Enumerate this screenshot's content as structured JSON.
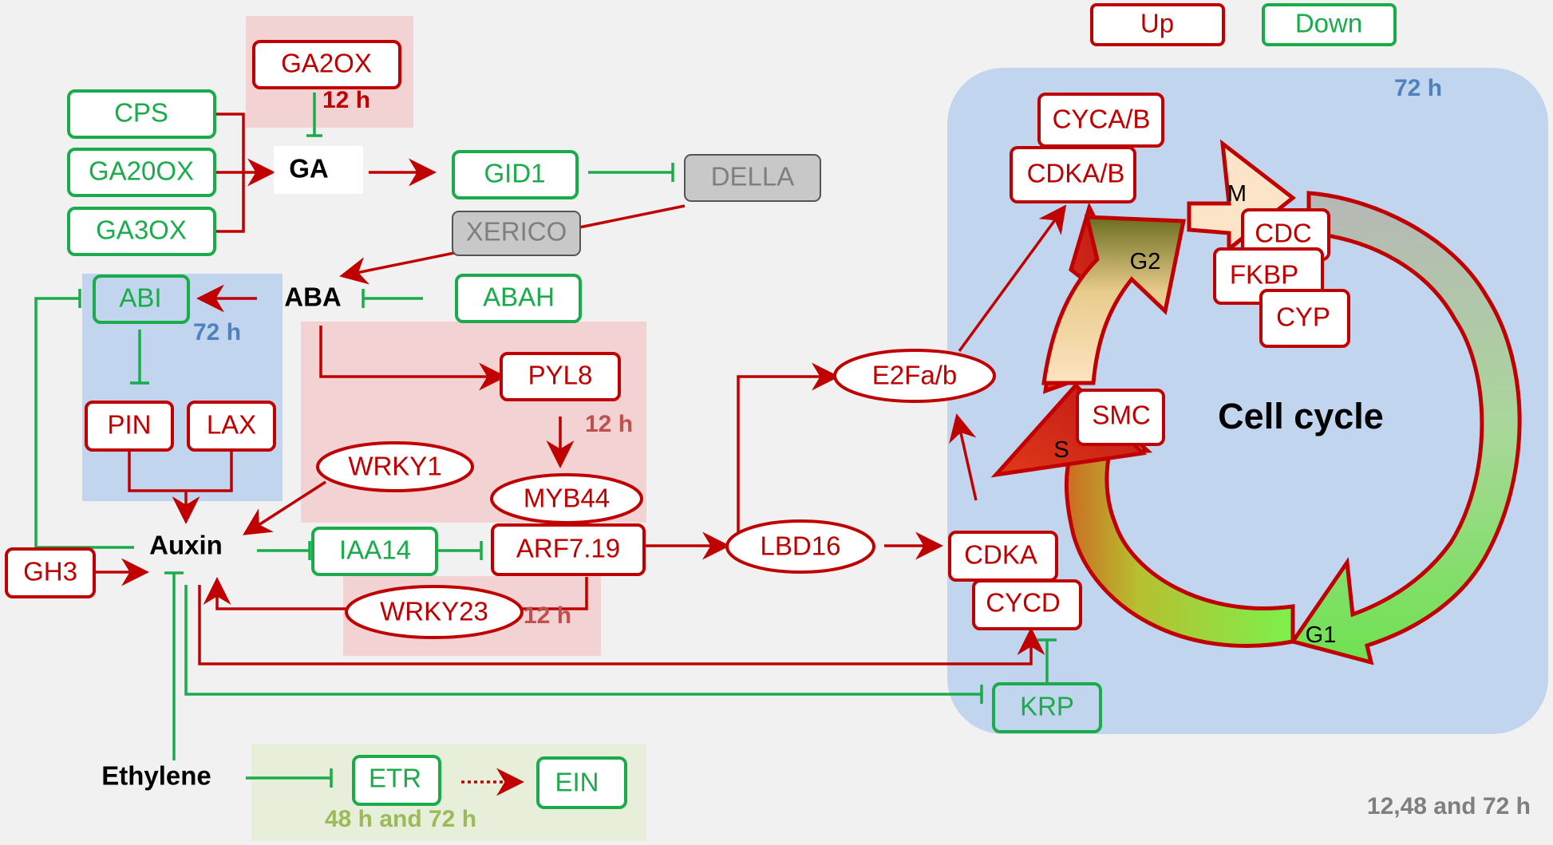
{
  "colors": {
    "up": "#c00000",
    "down": "#1aac4a",
    "blue_panel": "#c2d5ef",
    "pink_panel": "#f2d2d2",
    "green_panel": "#e7eeda",
    "blue_text": "#4f81bd",
    "gray_text": "#7f7f7f",
    "pink_text": "#c0504d",
    "olive_text": "#9bbb59"
  },
  "legend": {
    "up": "Up",
    "down": "Down"
  },
  "nodes": {
    "ga2ox": "GA2OX",
    "cps": "CPS",
    "ga20ox": "GA20OX",
    "ga3ox": "GA3OX",
    "ga": "GA",
    "gid1": "GID1",
    "della": "DELLA",
    "xerico": "XERICO",
    "abi": "ABI",
    "aba": "ABA",
    "abah": "ABAH",
    "pin": "PIN",
    "lax": "LAX",
    "pyl8": "PYL8",
    "wrky1": "WRKY1",
    "myb44": "MYB44",
    "auxin": "Auxin",
    "gh3": "GH3",
    "iaa14": "IAA14",
    "arf719": "ARF7.19",
    "lbd16": "LBD16",
    "wrky23": "WRKY23",
    "e2fab": "E2Fa/b",
    "cdka": "CDKA",
    "cycd": "CYCD",
    "krp": "KRP",
    "ethylene": "Ethylene",
    "etr": "ETR",
    "ein": "EIN",
    "cycab": "CYCA/B",
    "cdkab": "CDKA/B",
    "cdc": "CDC",
    "fkbp": "FKBP",
    "cyp": "CYP",
    "smc": "SMC"
  },
  "cell_cycle": {
    "title": "Cell cycle",
    "phase_g1": "G1",
    "phase_s": "S",
    "phase_g2": "G2",
    "phase_m": "M"
  },
  "time_labels": {
    "ga_12h": "12 h",
    "abi_72h": "72 h",
    "pyl_12h": "12 h",
    "wrky23_12h": "12 h",
    "cellcycle_72h": "72 h",
    "ethylene_window": "48 h and 72 h",
    "footer": "12,48 and 72 h"
  }
}
